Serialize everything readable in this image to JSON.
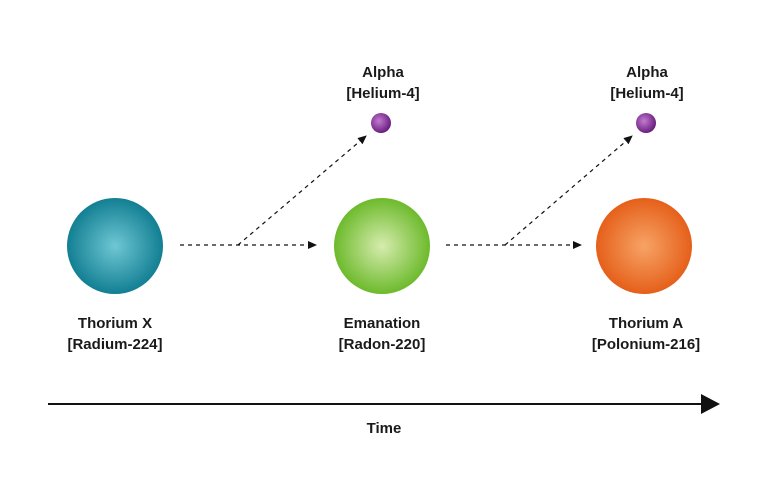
{
  "nodes": [
    {
      "id": "thorium-x",
      "name": "Thorium X",
      "isotope": "[Radium-224]",
      "color": "#1a8fa3"
    },
    {
      "id": "emanation",
      "name": "Emanation",
      "isotope": "[Radon-220]",
      "color": "#7cc23a"
    },
    {
      "id": "thorium-a",
      "name": "Thorium A",
      "isotope": "[Polonium-216]",
      "color": "#ec6a1f"
    }
  ],
  "alpha_particles": [
    {
      "name": "Alpha",
      "isotope": "[Helium-4]",
      "color": "#7a2a8e"
    },
    {
      "name": "Alpha",
      "isotope": "[Helium-4]",
      "color": "#7a2a8e"
    }
  ],
  "time_axis": {
    "label": "Time"
  }
}
